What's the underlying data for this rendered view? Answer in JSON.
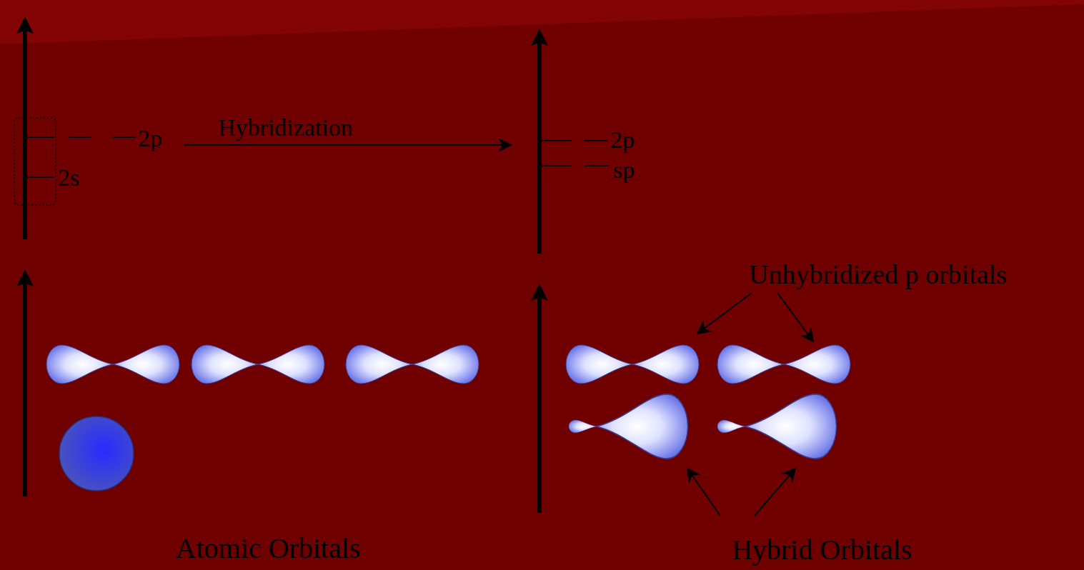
{
  "diagram": {
    "labels": [
      "2p",
      "2s",
      "Hybridization",
      "2p",
      "sp",
      "Unhybridized p orbitals",
      "Hybrid Orbitals",
      "Atomic Orbitals"
    ]
  }
}
